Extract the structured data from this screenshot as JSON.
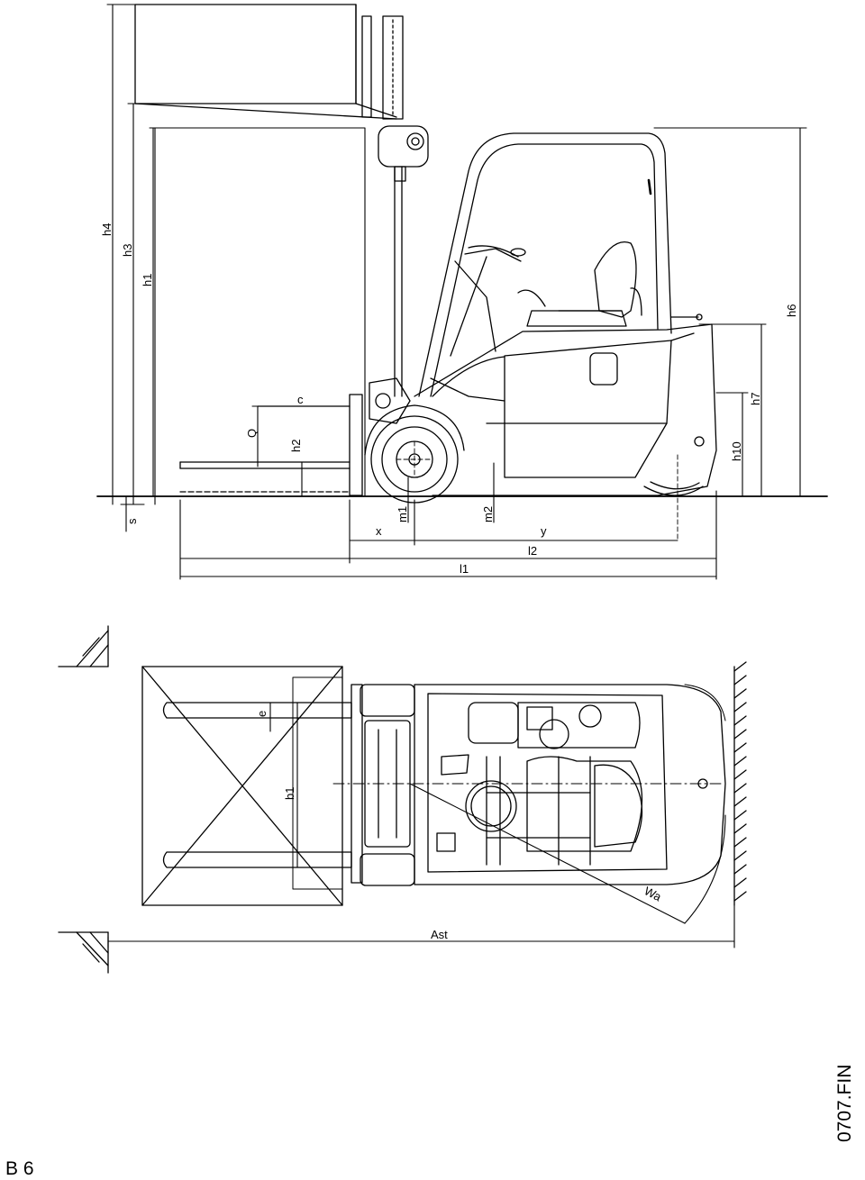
{
  "page_label": "B 6",
  "doc_code": "0707.FIN",
  "side_view": {
    "labels": {
      "h4": "h4",
      "h3": "h3",
      "h1": "h1",
      "h2": "h2",
      "h6": "h6",
      "h7": "h7",
      "h10": "h10",
      "Q": "Q",
      "c": "c",
      "s": "s",
      "m1": "m1",
      "m2": "m2",
      "x": "x",
      "y": "y",
      "l1": "l1",
      "l2": "l2"
    }
  },
  "top_view": {
    "labels": {
      "e": "e",
      "b1": "b1",
      "Wa": "Wa",
      "Ast": "Ast"
    }
  }
}
